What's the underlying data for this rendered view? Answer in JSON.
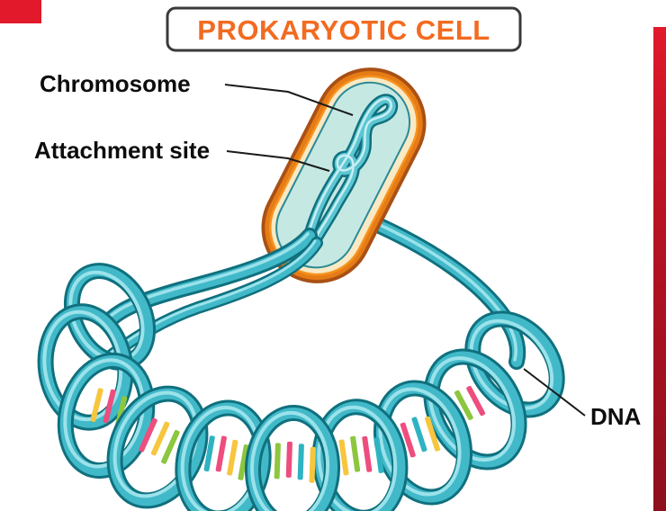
{
  "title": {
    "text": "PROKARYOTIC CELL"
  },
  "labels": {
    "chromosome": "Chromosome",
    "attachment_site": "Attachment site",
    "dna": "DNA"
  },
  "colors": {
    "title_orange": "#F26B21",
    "title_box_border": "#3A3A3A",
    "label_black": "#0D0D0D",
    "cell_wall_orange": "#F6921E",
    "cell_wall_outline": "#A85015",
    "cell_rim_cream": "#F9E9C4",
    "cytoplasm_teal": "#C5E8E3",
    "ribbon_teal": "#41B9C9",
    "ribbon_dark": "#10707E",
    "ribbon_light": "#9BE2EA",
    "base_pair_pink": "#EE4D7E",
    "base_pair_yellow": "#F7C63E",
    "base_pair_green": "#8DC63F",
    "base_pair_teal": "#2FB3C2",
    "edge_red_bright": "#E2192B",
    "edge_red_dark": "#8E0F1D"
  }
}
